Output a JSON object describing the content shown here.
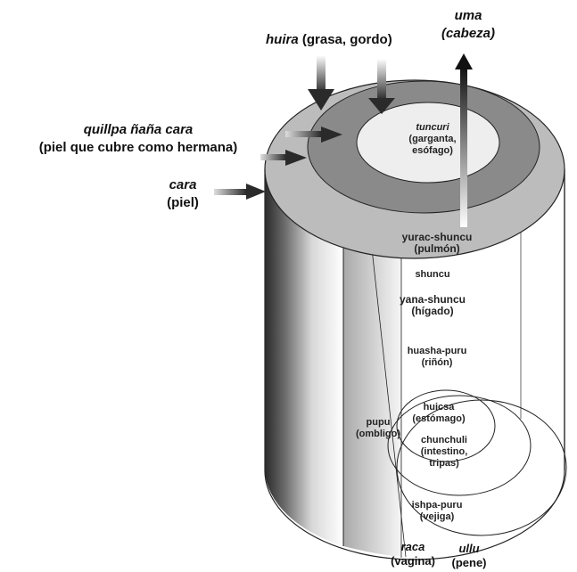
{
  "labels": {
    "huira": {
      "term": "huira",
      "gloss": "(grasa, gordo)"
    },
    "uma": {
      "term": "uma",
      "gloss": "(cabeza)"
    },
    "quillpa": {
      "term": "quillpa ñaña cara",
      "gloss": "(piel que cubre como hermana)"
    },
    "cara": {
      "term": "cara",
      "gloss": "(piel)"
    }
  },
  "organs": {
    "tuncuri": {
      "term": "tuncuri",
      "gloss": "(garganta,",
      "gloss2": "esófago)"
    },
    "yurac": {
      "term": "yurac-shuncu",
      "gloss": "(pulmón)"
    },
    "shuncu": {
      "term": "shuncu"
    },
    "yana": {
      "term": "yana-shuncu",
      "gloss": "(hígado)"
    },
    "huasha": {
      "term": "huasha-puru",
      "gloss": "(riñón)"
    },
    "huicsa": {
      "term": "huicsa",
      "gloss": "(estómago)"
    },
    "pupu": {
      "term": "pupu",
      "gloss": "(ombligo)"
    },
    "chunchuli": {
      "term": "chunchuli",
      "gloss": "(intestino,",
      "gloss2": "tripas)"
    },
    "ishpa": {
      "term": "ishpa-puru",
      "gloss": "(vejiga)"
    }
  },
  "bottom": {
    "raca": {
      "term": "raca",
      "gloss": "(vagina)"
    },
    "ullu": {
      "term": "ullu",
      "gloss": "(pene)"
    }
  },
  "colors": {
    "outer_ring": "#bcbcbc",
    "fat_ring": "#8a8a8a",
    "inner_top": "#eeeeee",
    "arrow": "#333333"
  }
}
